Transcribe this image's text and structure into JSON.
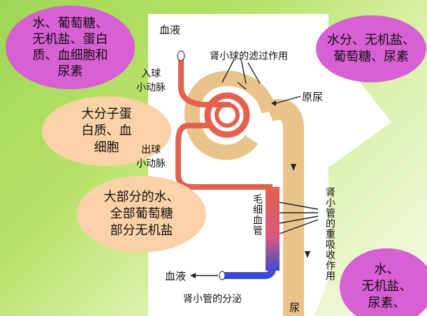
{
  "bubbles": {
    "blood_contents": "水、葡萄糖、\n无机盐、蛋白\n质、血细胞和\n尿素",
    "filtrate_contents": "水分、无机盐、\n葡萄糖、尿素",
    "not_filtered": "大分子蛋\n白质、血\n细胞",
    "reabsorbed": "大部分的水、\n全部葡萄糖\n部分无机盐",
    "urine_contents": "水、\n无机盐、\n尿素、"
  },
  "labels": {
    "blood_in": "血液",
    "glomerulus_filtration": "肾小球的滤过作用",
    "afferent_arteriole": "入球\n小动脉",
    "primary_urine": "原尿",
    "efferent_arteriole": "出球\n小动脉",
    "capillaries": "毛细血管",
    "tubule_reabsorption": "肾小管的重吸收作用",
    "blood_out": "血液",
    "tubule_secretion": "肾小管的分泌",
    "urine": "尿"
  },
  "colors": {
    "bubble_pink": "#d85fd4",
    "bubble_orange": "#fbd2a8",
    "tubule": "#e8c48a",
    "artery_red": "#e4604f",
    "vein_blue": "#2a3fd0",
    "panel": "#ffffff"
  }
}
